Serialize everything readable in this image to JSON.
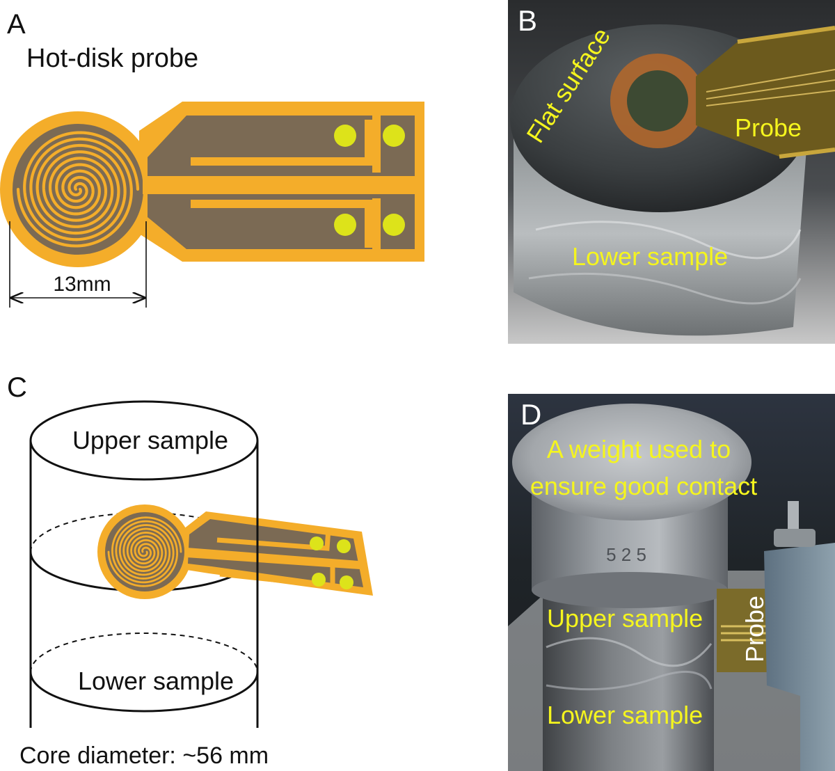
{
  "colors": {
    "probe_orange": "#F4AD2A",
    "probe_brown": "#7B6A54",
    "contact_yellow": "#DDE31A",
    "label_yellow": "#F5F51E",
    "photo_b_dark": "#2E3132",
    "photo_d_dark": "#2C2E33"
  },
  "panel_a": {
    "letter": "A",
    "title": "Hot-disk probe",
    "dimension": "13mm"
  },
  "panel_b": {
    "letter": "B",
    "flat_surface": "Flat surface",
    "probe": "Probe",
    "lower_sample": "Lower sample"
  },
  "panel_c": {
    "letter": "C",
    "upper_sample": "Upper sample",
    "lower_sample": "Lower sample",
    "core_diameter": "Core diameter: ~56 mm"
  },
  "panel_d": {
    "letter": "D",
    "weight_line1": "A weight used to",
    "weight_line2": "ensure good contact",
    "stamp": "5  2 5",
    "upper_sample": "Upper sample",
    "probe": "Probe",
    "lower_sample": "Lower sample"
  }
}
